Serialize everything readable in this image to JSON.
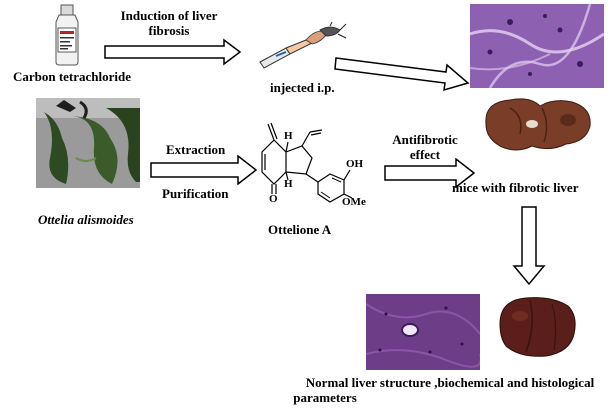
{
  "step1_text": "Induction of liver fibrosis",
  "step1_line1": "Induction of liver",
  "step1_line2": "fibrosis",
  "reagent_label": "Carbon tetrachloride",
  "injection_label": "injected i.p.",
  "extraction_label": "Extraction",
  "purification_label": "Purification",
  "plant_label": "Ottelia alismoides",
  "compound_label": "Ottelione A",
  "atom_oh": "OH",
  "atom_ome": "OMe",
  "atom_o": "O",
  "atom_h_top": "H",
  "atom_h_bottom": "H",
  "effect_line1": "Antifibrotic",
  "effect_line2": "effect",
  "mice_label": "mice with fibrotic liver",
  "result_line1": "Normal liver structure ,biochemical and histological",
  "result_line2": "parameters",
  "colors": {
    "histology_fibrotic": "#6a3a8e",
    "histology_normal": "#5b3f9c",
    "liver_fibrotic": "#6b3424",
    "liver_normal": "#5a1f1a",
    "plant_green": "#2e4a22"
  }
}
